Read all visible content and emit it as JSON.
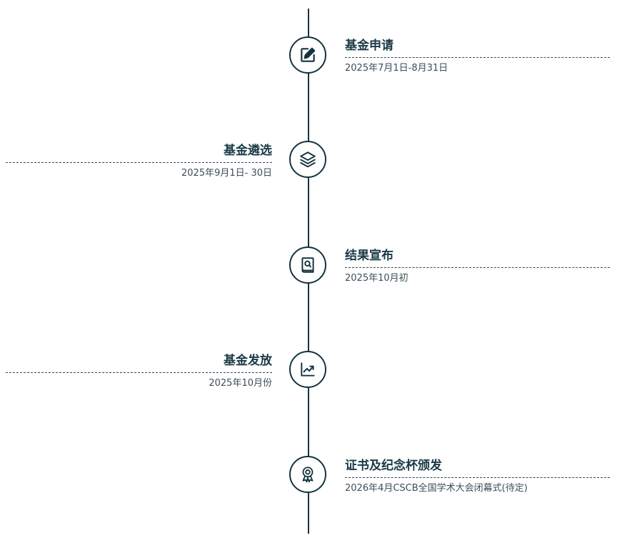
{
  "colors": {
    "line": "#14333f",
    "title": "#1a3a47",
    "text": "#3c4f57"
  },
  "timeline": [
    {
      "title": "基金申请",
      "date": "2025年7月1日-8月31日",
      "icon": "edit-icon",
      "side": "right"
    },
    {
      "title": "基金遴选",
      "date": "2025年9月1日- 30日",
      "icon": "layers-icon",
      "side": "left"
    },
    {
      "title": "结果宣布",
      "date": "2025年10月初",
      "icon": "search-document-icon",
      "side": "right"
    },
    {
      "title": "基金发放",
      "date": "2025年10月份",
      "icon": "trend-chart-icon",
      "side": "left"
    },
    {
      "title": "证书及纪念杯颁发",
      "date": "2026年4月CSCB全国学术大会闭幕式(待定)",
      "icon": "award-icon",
      "side": "right"
    }
  ]
}
